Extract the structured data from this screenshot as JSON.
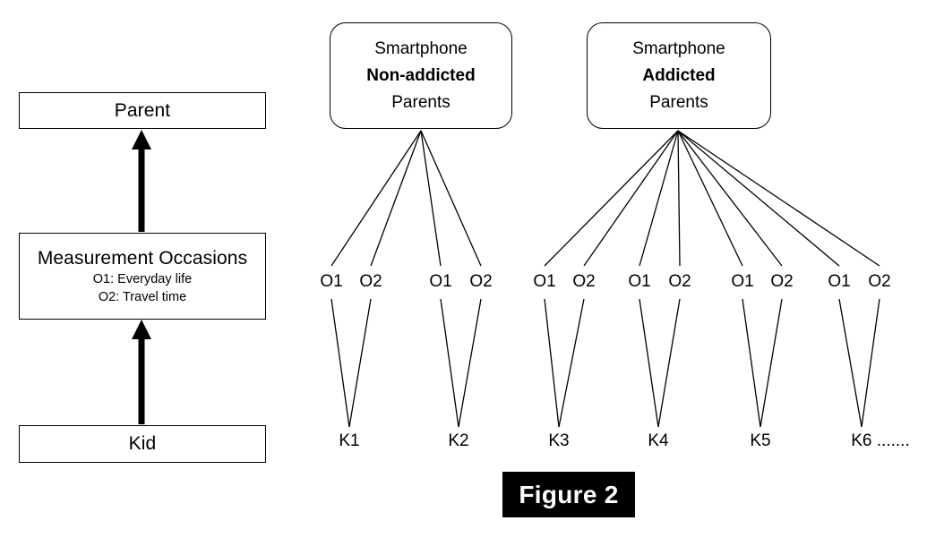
{
  "figure": {
    "caption": "Figure 2"
  },
  "legend": {
    "parent_box": {
      "label": "Parent"
    },
    "measurement_box": {
      "title": "Measurement Occasions",
      "line1": "O1: Everyday life",
      "line2": "O2: Travel time"
    },
    "kid_box": {
      "label": "Kid"
    },
    "arrows": [
      {
        "name": "arrow-kid-to-measurement"
      },
      {
        "name": "arrow-measurement-to-parent"
      }
    ]
  },
  "groups": [
    {
      "id": "non-addicted",
      "line1": "Smartphone",
      "line2": "Non-addicted",
      "line3": "Parents",
      "occasions": [
        "O1",
        "O2",
        "O1",
        "O2"
      ],
      "kids": [
        "K1",
        "K2"
      ]
    },
    {
      "id": "addicted",
      "line1": "Smartphone",
      "line2": "Addicted",
      "line3": "Parents",
      "occasions": [
        "O1",
        "O2",
        "O1",
        "O2",
        "O1",
        "O2",
        "O1",
        "O2"
      ],
      "kids": [
        "K3",
        "K4",
        "K5",
        "K6 ......."
      ]
    }
  ],
  "occasion_labels": [
    "O1",
    "O2",
    "O1",
    "O2",
    "O1",
    "O2",
    "O1",
    "O2",
    "O1",
    "O2",
    "O1",
    "O2"
  ],
  "kid_labels": [
    "K1",
    "K2",
    "K3",
    "K4",
    "K5",
    "K6 ......."
  ],
  "colors": {
    "stroke": "#000000",
    "background": "#ffffff",
    "caption_background": "#000000",
    "caption_text": "#ffffff"
  }
}
